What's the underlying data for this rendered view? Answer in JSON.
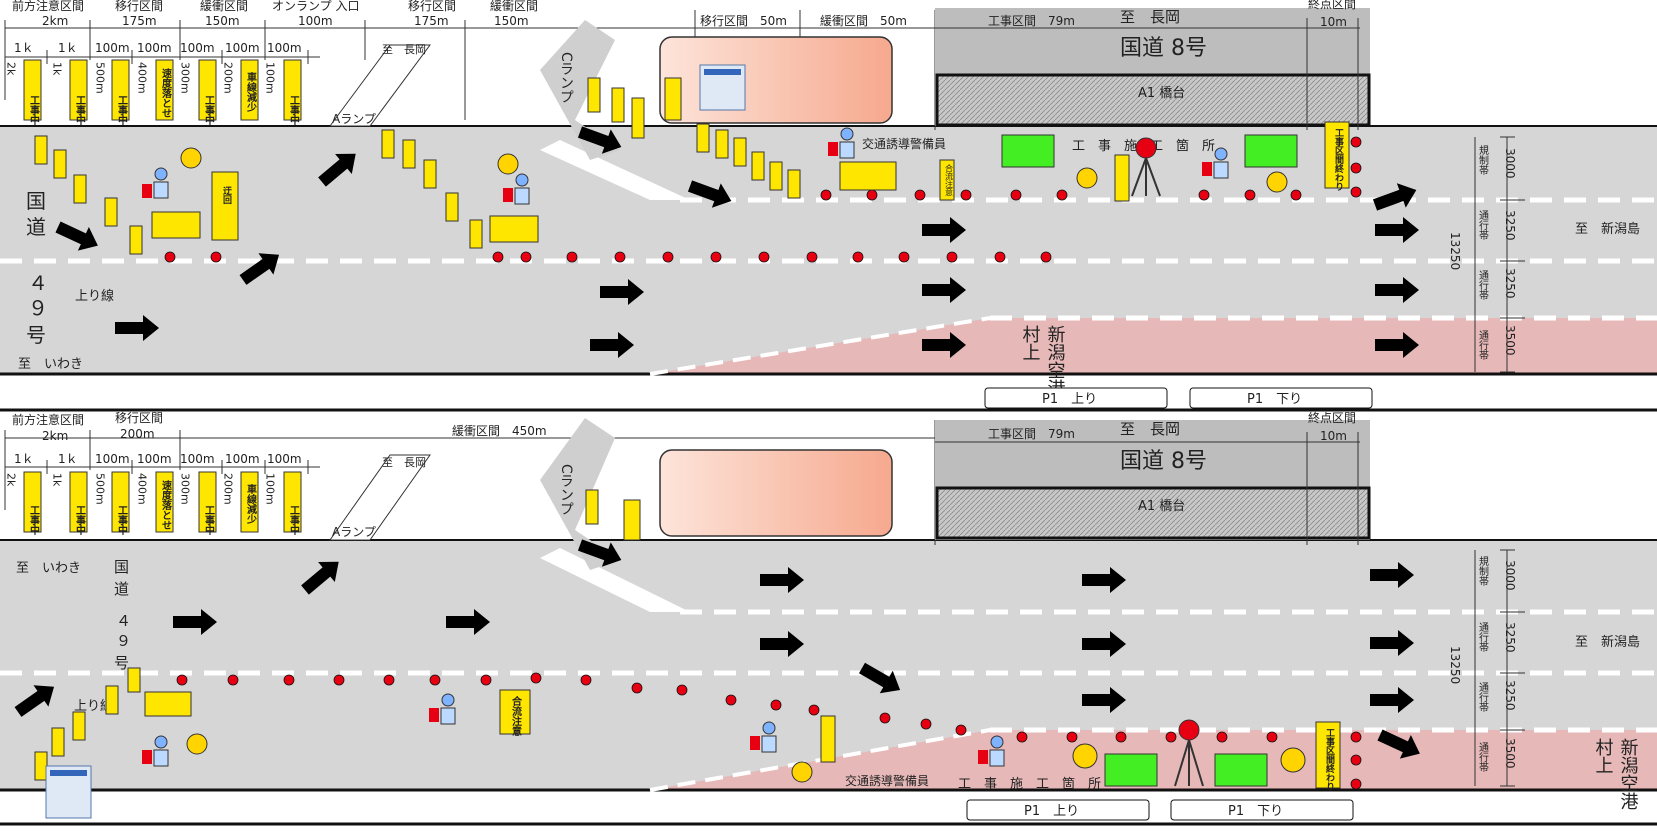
{
  "colors": {
    "road": "#d6d6d6",
    "lane_mark": "#ffffff",
    "edge_line": "#111111",
    "closed_lane": "#e7b8b8",
    "bridge": "#bdbdbd",
    "sign": "#ffe600",
    "cone": "#e60012",
    "vehicle": "#43ee23",
    "lamp": "#ffd400",
    "salmon_start": "#fde4da",
    "salmon_end": "#f6a98e"
  },
  "icons": [
    "cone-icon",
    "arrow-icon",
    "sign-icon",
    "flagman-icon",
    "lamp-icon",
    "vehicle-icon",
    "arrow-board-icon",
    "tripod-icon",
    "billboard-icon"
  ],
  "top": {
    "sections": [
      {
        "label": "前方注意区間",
        "sub": "2km"
      },
      {
        "label": "移行区間",
        "sub": "175m"
      },
      {
        "label": "緩衝区間",
        "sub": "150m"
      },
      {
        "label": "オンランプ 入口",
        "sub": "100m"
      },
      {
        "label": "移行区間",
        "sub": "175m"
      },
      {
        "label": "緩衝区間",
        "sub": "150m"
      }
    ],
    "mid_sections": [
      {
        "label": "移行区間　50m"
      },
      {
        "label": "緩衝区間　50m"
      }
    ],
    "work": {
      "label": "工事区間　79m"
    },
    "end": {
      "label": "終点区間",
      "sub": "10m"
    },
    "distances": [
      "1ｋ",
      "1ｋ",
      "100m",
      "100m",
      "100m",
      "100m",
      "100m"
    ],
    "sign_distances": [
      "2k",
      "1k",
      "500m",
      "400m",
      "300m",
      "200m",
      "100m"
    ],
    "to_nagaoka": "至　長岡",
    "a_ramp": "Aランプ",
    "c_ramp": "Cランプ",
    "route8": "国道 8号",
    "bridge": "A1 橋台",
    "route49_a": "国",
    "route49_b": "道",
    "route49_c": "４",
    "route49_d": "９",
    "route49_e": "号",
    "up_line": "上り線",
    "to_iwaki": "至　いわき",
    "to_niigata": "至　新潟島",
    "guard": "交通誘導警備員",
    "work_site": "工　事　施　工　箇　所",
    "airport": "新潟空港",
    "village": "村上",
    "total_width": "13250",
    "lane_widths": [
      "3000",
      "3250",
      "3250",
      "3500"
    ],
    "lane_types": [
      "規制帯",
      "通行帯",
      "通行帯",
      "通行帯"
    ],
    "p1_up": "P1　上り",
    "p1_down": "P1　下り"
  },
  "bottom": {
    "sections": [
      {
        "label": "前方注意区間",
        "sub": "2km"
      },
      {
        "label": "移行区間",
        "sub": "200m"
      }
    ],
    "buffer": {
      "label": "緩衝区間　450m"
    },
    "work": {
      "label": "工事区間　79m"
    },
    "end": {
      "label": "終点区間",
      "sub": "10m"
    },
    "distances": [
      "1ｋ",
      "1ｋ",
      "100m",
      "100m",
      "100m",
      "100m",
      "100m"
    ],
    "sign_distances": [
      "2k",
      "1k",
      "500m",
      "400m",
      "300m",
      "200m",
      "100m"
    ],
    "to_nagaoka": "至　長岡",
    "a_ramp": "Aランプ",
    "c_ramp": "Cランプ",
    "route8": "国道 8号",
    "bridge": "A1 橋台",
    "to_iwaki": "至　いわき",
    "route49_a": "国",
    "route49_b": "道",
    "route49_c": "４",
    "route49_d": "９",
    "route49_e": "号",
    "up_line": "上り線",
    "to_niigata": "至　新潟島",
    "guard": "交通誘導警備員",
    "work_site": "工　事　施　工　箇　所",
    "airport": "新潟空港",
    "village": "村上",
    "total_width": "13250",
    "lane_widths": [
      "3000",
      "3250",
      "3250",
      "3500"
    ],
    "lane_types": [
      "規制帯",
      "通行帯",
      "通行帯",
      "通行帯"
    ],
    "p1_up": "P1　上り",
    "p1_down": "P1　下り"
  },
  "sign_text": {
    "work": "工事中",
    "slow": "速度落とせ",
    "reduce": "車線減少",
    "merge": "合流注意",
    "end_work": "工事区間終わり",
    "detour": "迂回"
  }
}
